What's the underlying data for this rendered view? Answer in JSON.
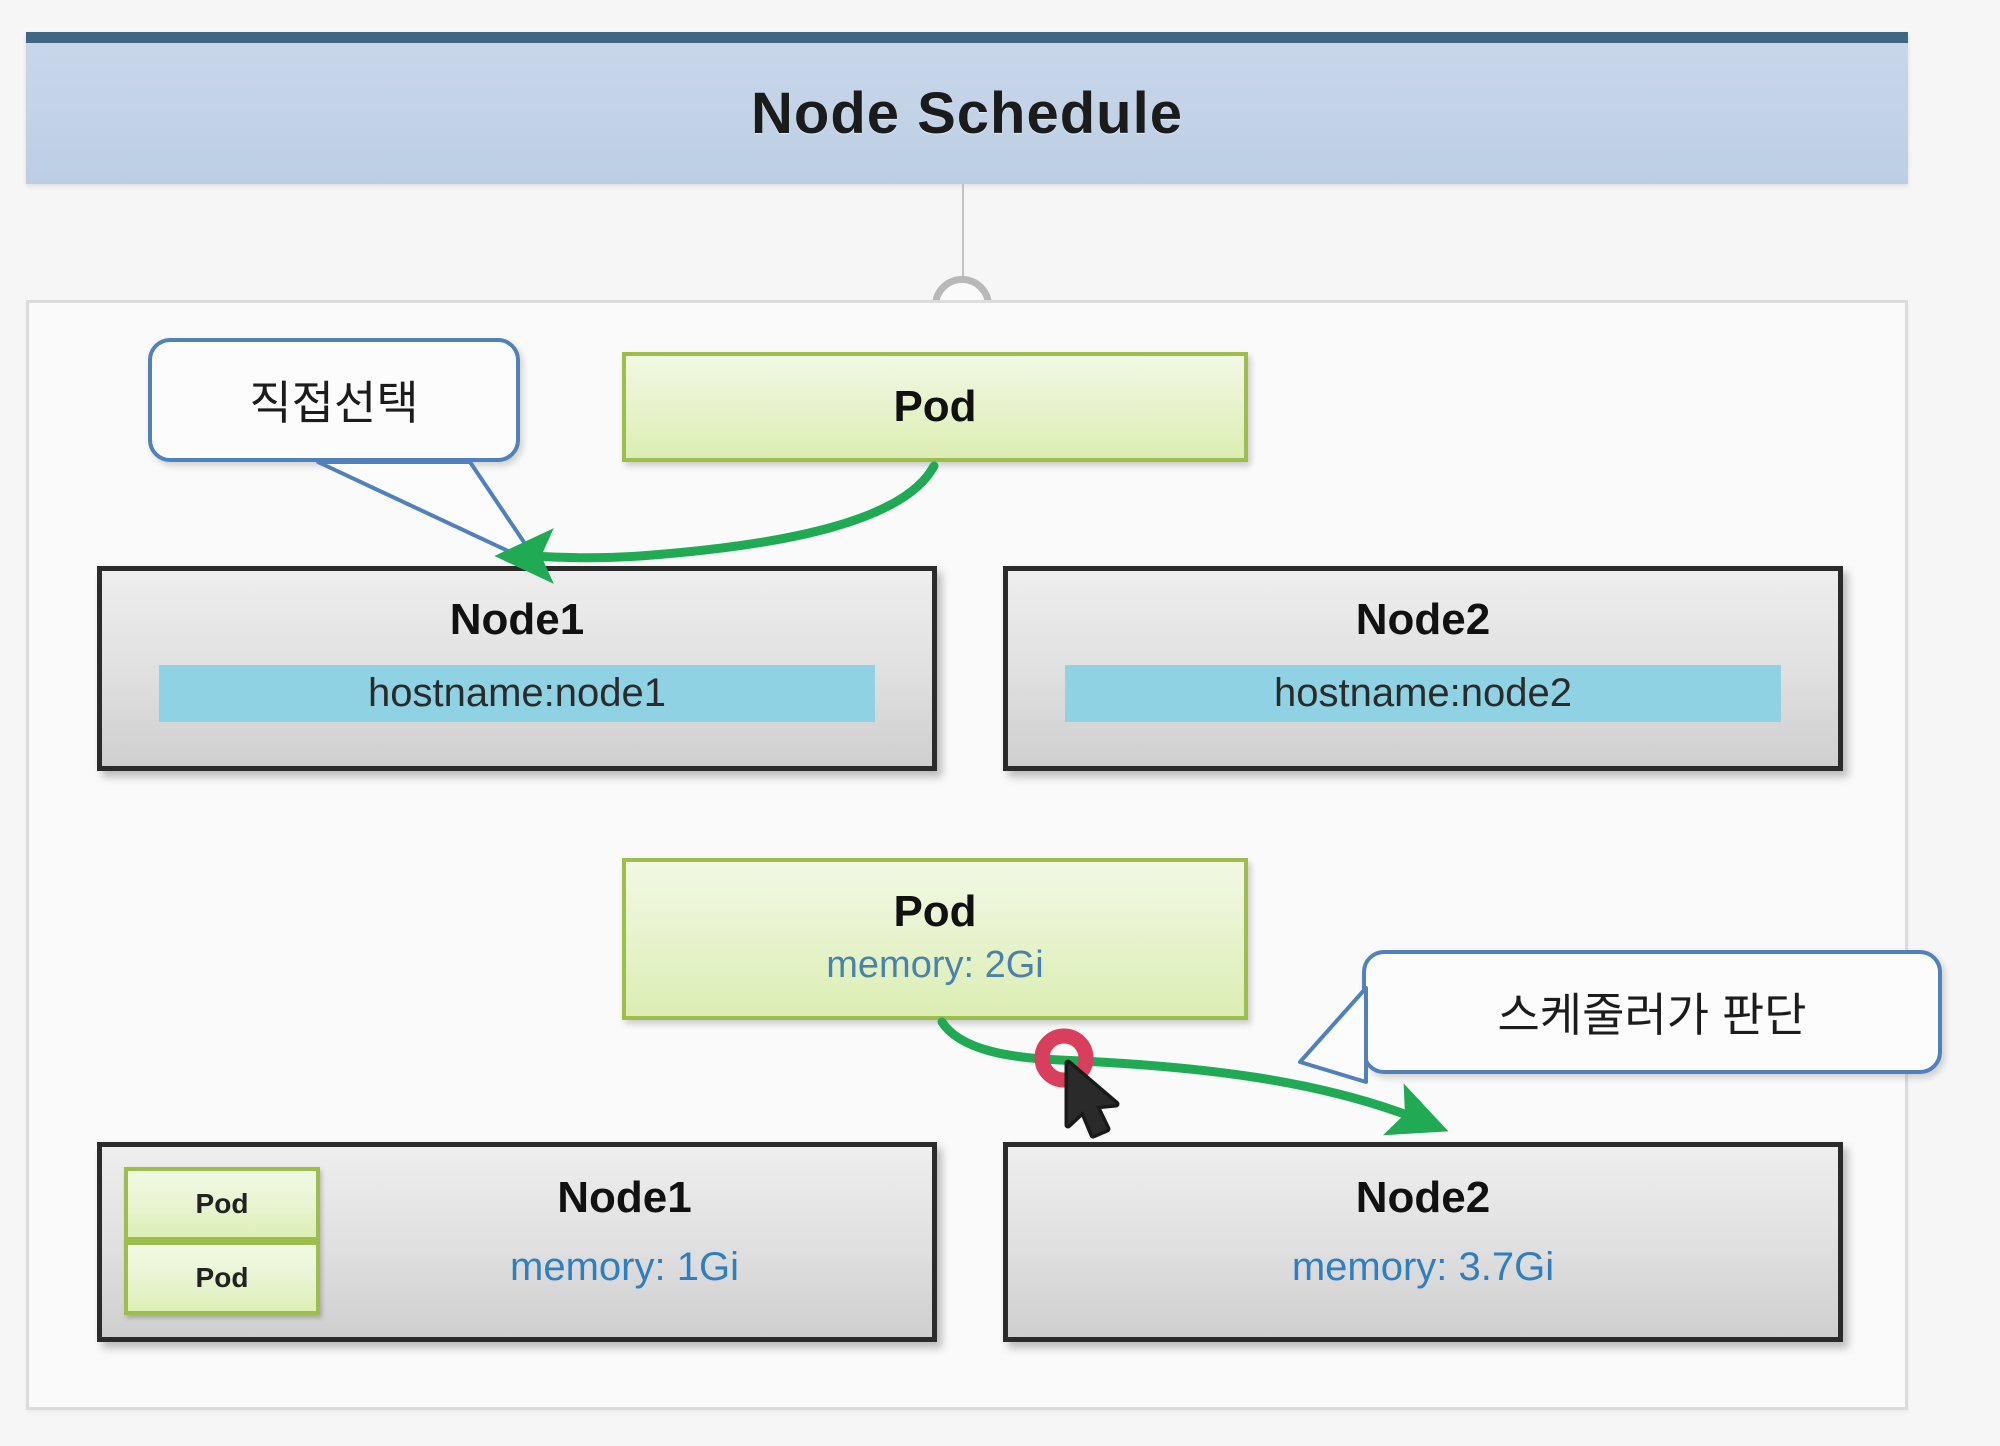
{
  "header": {
    "title": "Node Schedule",
    "accent_top": "#3f6781",
    "fill": "#c2d2e7"
  },
  "colors": {
    "pod_fill": "#e8f3cf",
    "pod_border": "#9dbd4d",
    "node_fill": "#e2e2e2",
    "node_border": "#2b2b2b",
    "hostname_highlight": "#8ed2e4",
    "memory_text": "#2f7fc0",
    "arrow_green": "#1faa53",
    "callout_border": "#4f81bd",
    "marker_red": "#d93f5c"
  },
  "callouts": [
    {
      "id": "direct-select",
      "text": "직접선택"
    },
    {
      "id": "scheduler-decides",
      "text": "스케줄러가 판단"
    }
  ],
  "scenario_direct": {
    "pod": {
      "title": "Pod",
      "sub": ""
    },
    "nodes": [
      {
        "title": "Node1",
        "hostname": "hostname:node1",
        "selected": true
      },
      {
        "title": "Node2",
        "hostname": "hostname:node2",
        "selected": false
      }
    ]
  },
  "scenario_scheduler": {
    "pod": {
      "title": "Pod",
      "sub": "memory: 2Gi"
    },
    "nodes": [
      {
        "title": "Node1",
        "memory": "memory: 1Gi",
        "pods": [
          "Pod",
          "Pod"
        ],
        "selected": false
      },
      {
        "title": "Node2",
        "memory": "memory: 3.7Gi",
        "pods": [],
        "selected": true
      }
    ]
  },
  "markers": {
    "cursor": "mouse-pointer",
    "click_ring": "red-click-ring"
  }
}
